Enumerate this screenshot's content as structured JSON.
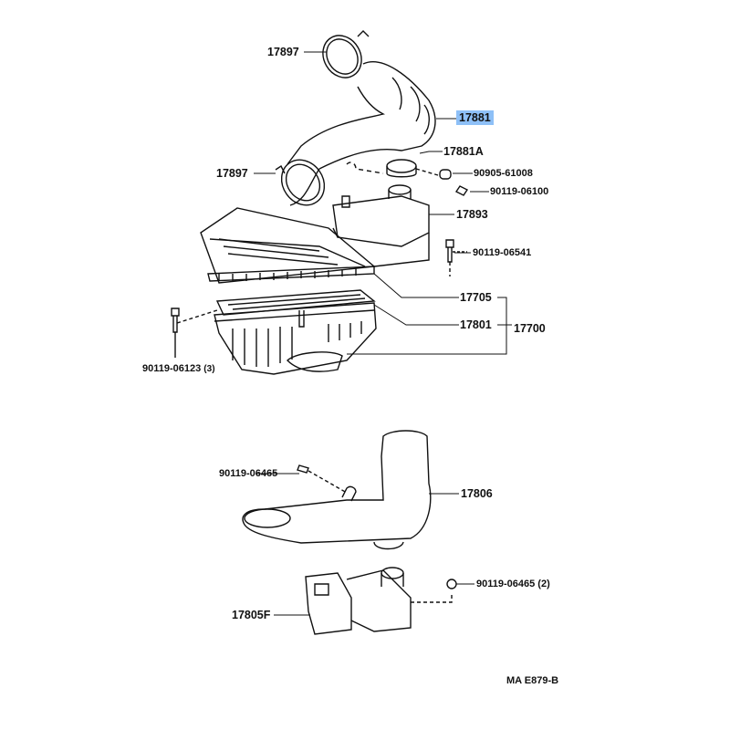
{
  "diagram": {
    "labels": {
      "clamp_upper": "17897",
      "hose_main": "17881",
      "hose_sub": "17881A",
      "clamp_lower": "17897",
      "part_90905": "90905-61008",
      "bolt_06100": "90119-06100",
      "resonator": "17893",
      "bolt_06541": "90119-06541",
      "cap": "17705",
      "element": "17801",
      "cleaner_assy": "17700",
      "bolt_06123": "90119-06123",
      "bolt_06123_qty": "(3)",
      "bolt_06465": "90119-06465",
      "inlet": "17806",
      "bolt_06465b": "90119-06465",
      "bolt_06465b_qty": "(2)",
      "bracket": "17805F",
      "code": "MA  E879-B"
    },
    "highlight_color": "#8ec0f7"
  }
}
